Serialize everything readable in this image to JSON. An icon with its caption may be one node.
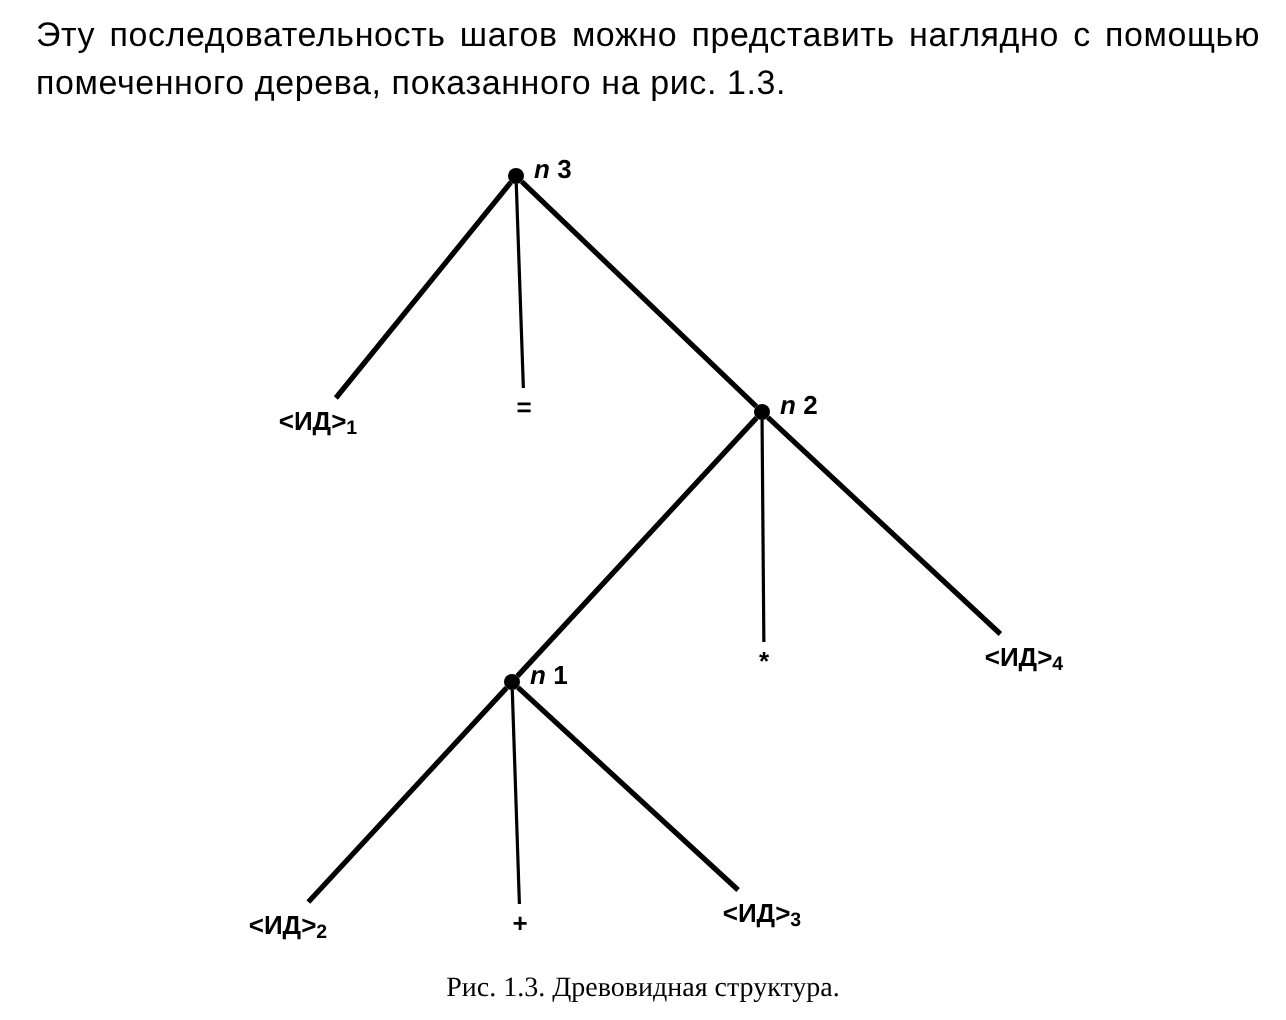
{
  "diagram": {
    "caption": "Рис. 1.3. Древовидная структура.",
    "nodes": [
      {
        "text": [],
        "shape": "circle",
        "beside": [
          "*n* 3"
        ]
      },
      {
        "text": [
          "<ИД>$_{1}$"
        ]
      },
      {
        "text": [
          "="
        ]
      },
      {
        "text": [],
        "shape": "circle",
        "beside": [
          "*n* 2"
        ]
      },
      {
        "text": [
          "*"
        ]
      },
      {
        "text": [
          "<ИД>$_{4}$"
        ]
      },
      {
        "text": [],
        "shape": "circle",
        "beside": [
          "*n* 1"
        ]
      },
      {
        "text": [
          "<ИД>$_{2}$"
        ]
      },
      {
        "text": [
          "+"
        ]
      },
      {
        "text": [
          "<ИД>$_{3}$"
        ]
      }
    ],
    "edges": [
      {
        "from": 0,
        "to": 1,
        "arrow": "none"
      },
      {
        "from": 0,
        "to": 2,
        "arrow": "none"
      },
      {
        "from": 0,
        "to": 3,
        "arrow": "none"
      },
      {
        "from": 3,
        "to": 6,
        "arrow": "none"
      },
      {
        "from": 3,
        "to": 4,
        "arrow": "none"
      },
      {
        "from": 3,
        "to": 5,
        "arrow": "none"
      },
      {
        "from": 6,
        "to": 7,
        "arrow": "none"
      },
      {
        "from": 6,
        "to": 8,
        "arrow": "none"
      },
      {
        "from": 6,
        "to": 9,
        "arrow": "none"
      }
    ],
    "labels": [
      "Эту последовательность шагов можно представить наглядно с помощью помеченного дерева, показанного на рис. 1.3."
    ]
  }
}
